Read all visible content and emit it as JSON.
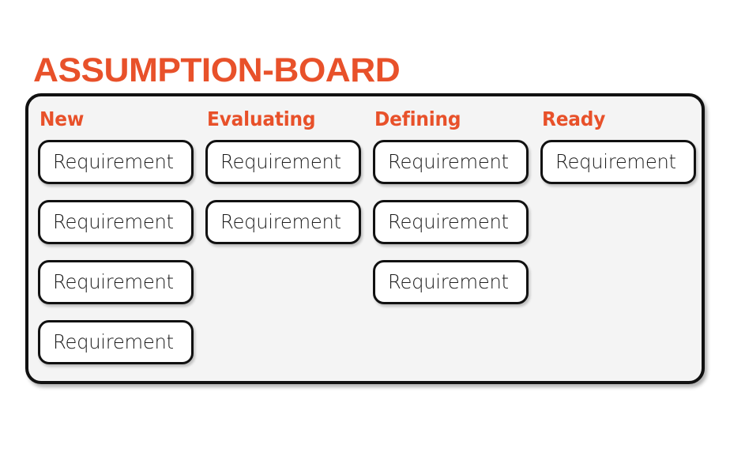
{
  "page": {
    "background_color": "#ffffff"
  },
  "title": {
    "text": "ASSUMPTION-BOARD",
    "color": "#E8512A"
  },
  "board": {
    "background_color": "#F4F4F4",
    "border_color": "#111111",
    "columns": [
      {
        "header": "New",
        "header_color": "#E8512A",
        "cards": [
          {
            "label": "Requirement"
          },
          {
            "label": "Requirement"
          },
          {
            "label": "Requirement"
          },
          {
            "label": "Requirement"
          }
        ]
      },
      {
        "header": "Evaluating",
        "header_color": "#E8512A",
        "cards": [
          {
            "label": "Requirement"
          },
          {
            "label": "Requirement"
          }
        ]
      },
      {
        "header": "Defining",
        "header_color": "#E8512A",
        "cards": [
          {
            "label": "Requirement"
          },
          {
            "label": "Requirement"
          },
          {
            "label": "Requirement"
          }
        ]
      },
      {
        "header": "Ready",
        "header_color": "#E8512A",
        "cards": [
          {
            "label": "Requirement"
          }
        ]
      }
    ]
  }
}
